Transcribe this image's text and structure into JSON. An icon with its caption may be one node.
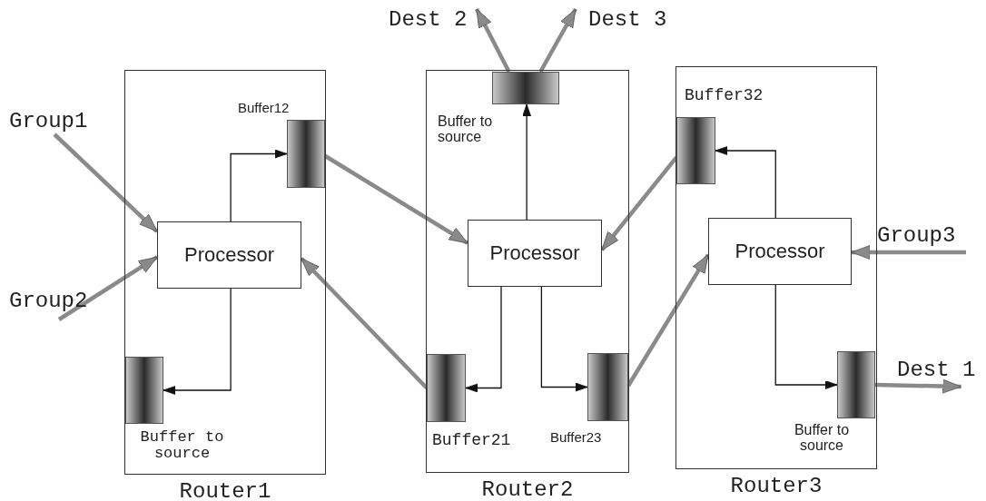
{
  "diagram": {
    "nodes": [
      {
        "text": [
          "Router1"
        ]
      },
      {
        "text": [],
        "shape": "bar",
        "beside": [
          "Buffer12"
        ],
        "in": 0
      },
      {
        "text": [
          "Processor"
        ],
        "in": 0
      },
      {
        "text": [],
        "shape": "bar",
        "beside": [
          "Buffer to source"
        ],
        "in": 0
      },
      {
        "text": [
          "Router2"
        ]
      },
      {
        "text": [],
        "shape": "bar",
        "beside": [
          "Buffer to source"
        ],
        "in": 4
      },
      {
        "text": [
          "Processor"
        ],
        "in": 4
      },
      {
        "text": [],
        "shape": "bar",
        "beside": [
          "Buffer21"
        ],
        "in": 4
      },
      {
        "text": [],
        "shape": "bar",
        "beside": [
          "Buffer23"
        ],
        "in": 4
      },
      {
        "text": [
          "Router3"
        ]
      },
      {
        "text": [],
        "shape": "bar",
        "beside": [
          "Buffer32"
        ],
        "in": 9
      },
      {
        "text": [
          "Processor"
        ],
        "in": 9
      },
      {
        "text": [],
        "shape": "bar",
        "beside": [
          "Buffer to source"
        ],
        "in": 9
      },
      {
        "text": [
          "Group1"
        ]
      },
      {
        "text": [
          "Group2"
        ]
      },
      {
        "text": [
          "Group3"
        ]
      },
      {
        "text": [
          "Dest 2"
        ]
      },
      {
        "text": [
          "Dest 3"
        ]
      },
      {
        "text": [
          "Dest 1"
        ]
      }
    ],
    "edges": [
      {
        "from": 13,
        "to": 2,
        "arrow": "to"
      },
      {
        "from": 14,
        "to": 2,
        "arrow": "to"
      },
      {
        "from": 2,
        "to": 1,
        "arrow": "to",
        "color": "#111111"
      },
      {
        "from": 2,
        "to": 3,
        "arrow": "to",
        "color": "#111111"
      },
      {
        "from": 1,
        "to": 6,
        "arrow": "to"
      },
      {
        "from": 7,
        "to": 2,
        "arrow": "to"
      },
      {
        "from": 6,
        "to": 5,
        "arrow": "to",
        "color": "#111111"
      },
      {
        "from": 6,
        "to": 7,
        "arrow": "to",
        "color": "#111111"
      },
      {
        "from": 6,
        "to": 8,
        "arrow": "to",
        "color": "#111111"
      },
      {
        "from": 10,
        "to": 6,
        "arrow": "to"
      },
      {
        "from": 8,
        "to": 11,
        "arrow": "to"
      },
      {
        "from": 15,
        "to": 11,
        "arrow": "to"
      },
      {
        "from": 11,
        "to": 10,
        "arrow": "to",
        "color": "#111111"
      },
      {
        "from": 11,
        "to": 12,
        "arrow": "to",
        "color": "#111111"
      },
      {
        "from": 5,
        "to": 16,
        "arrow": "to"
      },
      {
        "from": 5,
        "to": 17,
        "arrow": "to"
      },
      {
        "from": 12,
        "to": 18,
        "arrow": "to"
      }
    ]
  }
}
